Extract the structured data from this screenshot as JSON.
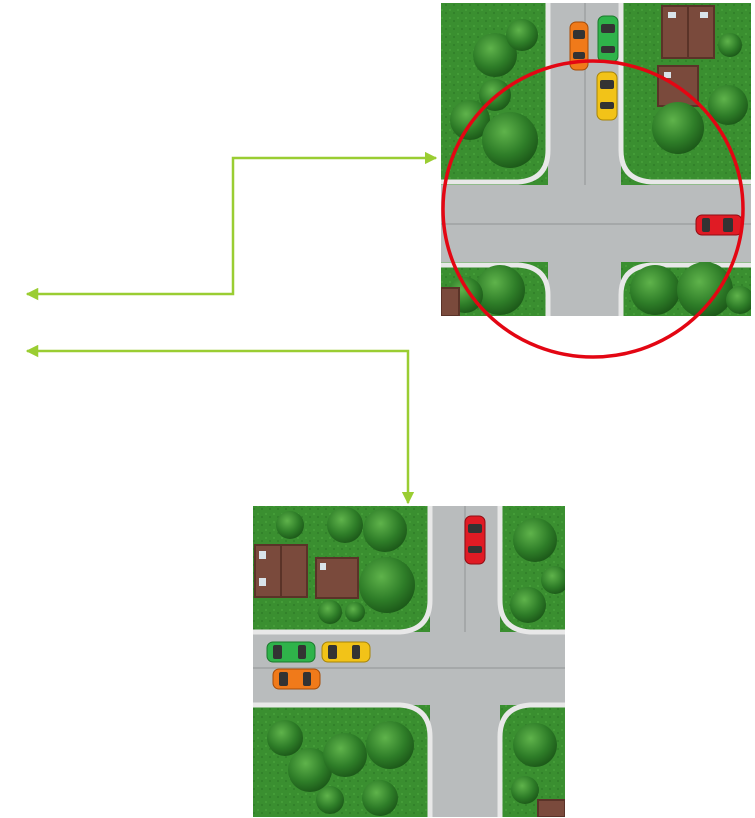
{
  "colors": {
    "background": "#ffffff",
    "grass": "#2f8a2c",
    "grass_light": "#4caf3e",
    "road": "#b9bcbd",
    "road_dark": "#a9acad",
    "curb": "#e8e8e8",
    "tree_dark": "#1f6b1d",
    "tree_mid": "#3b8f2f",
    "house_roof": "#7a4a3c",
    "arrow": "#9acd32",
    "highlight_circle": "#e30613"
  },
  "scenes": [
    {
      "name": "top-right-intersection",
      "highlighted": true,
      "cars": [
        {
          "name": "orange-car",
          "color": "#f07a1a",
          "heading": "south"
        },
        {
          "name": "green-car",
          "color": "#2fb34a",
          "heading": "south"
        },
        {
          "name": "yellow-car",
          "color": "#f2c318",
          "heading": "south"
        },
        {
          "name": "red-car",
          "color": "#e01b24",
          "heading": "west"
        }
      ],
      "icons": [
        "house-icon",
        "tree-icon"
      ]
    },
    {
      "name": "bottom-intersection",
      "highlighted": false,
      "cars": [
        {
          "name": "red-car",
          "color": "#e01b24",
          "heading": "south"
        },
        {
          "name": "green-car",
          "color": "#2fb34a",
          "heading": "west"
        },
        {
          "name": "yellow-car",
          "color": "#f2c318",
          "heading": "west"
        },
        {
          "name": "orange-car",
          "color": "#f07a1a",
          "heading": "west"
        }
      ],
      "icons": [
        "house-icon",
        "tree-icon"
      ]
    }
  ],
  "connectors": [
    {
      "name": "connector-arrow-1",
      "icon": "arrow-icon"
    },
    {
      "name": "connector-arrow-2",
      "icon": "arrow-icon"
    }
  ]
}
